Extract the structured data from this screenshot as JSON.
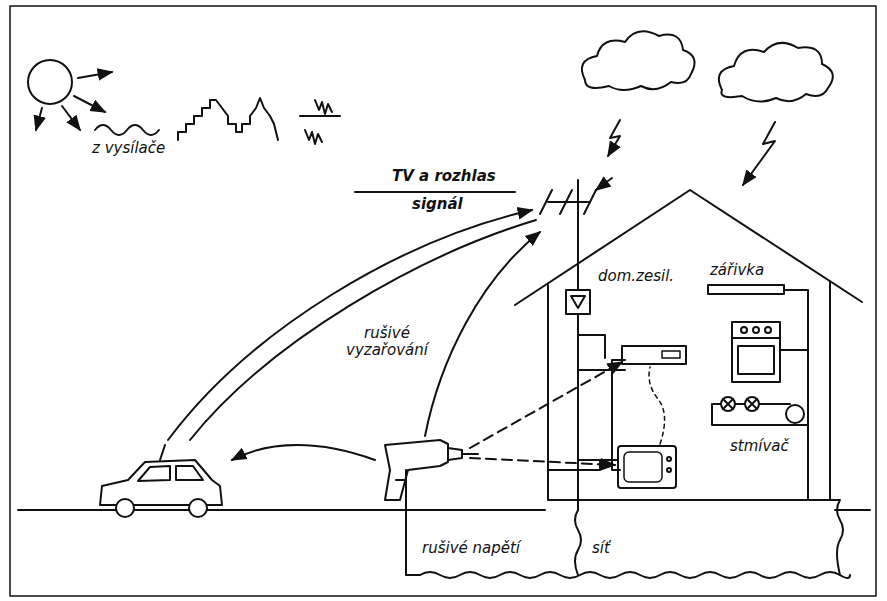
{
  "diagram": {
    "labels": [
      "z vysílače",
      "TV a rozhlas",
      "signál",
      "dom.zesil.",
      "zářivka",
      "rušivé vyzařování",
      "stmívač",
      "rušivé napětí",
      "síť"
    ]
  }
}
